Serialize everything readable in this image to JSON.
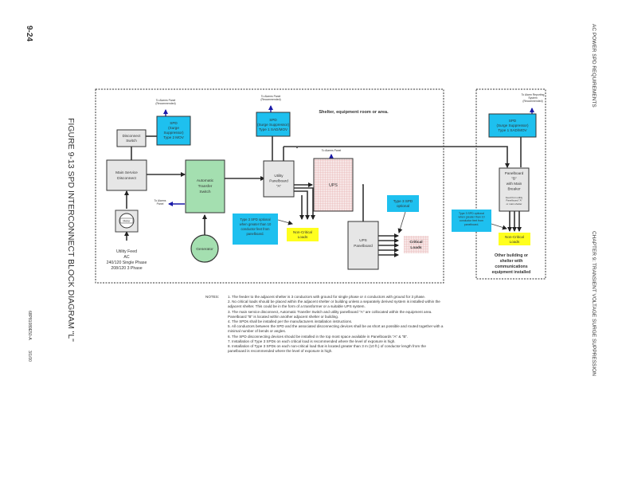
{
  "page": {
    "page_number": "9-24",
    "figure_title": "FIGURE 9-13  SPD INTERCONNECT BLOCK DIAGRAM \"L\"",
    "doc_id": "68P81089E50-A",
    "date": "3/1/00",
    "header_right_top": "AC POWER SPD REQUIREMENTS",
    "header_right_bottom": "CHAPTER 9: TRANSIENT VOLTAGE SURGE SUPPRESSION"
  },
  "diagram": {
    "shelter_label": "Shelter, equipment room or area.",
    "other_building_label": [
      "Other building or",
      "shelter with",
      "communications",
      "equipment installed"
    ],
    "nodes": {
      "disconnect_switch": [
        "Disconnect",
        "Switch"
      ],
      "spd_type2": [
        "SPD",
        "(Surge",
        "Suppressor)",
        "Type 2 MOV"
      ],
      "main_service_disconnect": [
        "Main Service",
        "Disconnect"
      ],
      "meter": "Meter",
      "utility_feed": [
        "Utility Feed",
        "AC",
        "240/120 Single Phase",
        "208/120  3 Phase"
      ],
      "ats": [
        "Automatic",
        "Transfer",
        "Switch"
      ],
      "generator": "Generator",
      "spd_type1_a": [
        "SPD",
        "(Surge Suppressor)",
        "Type 1 SAD/MOV"
      ],
      "panelboard_a": [
        "Utility",
        "Panelboard",
        "\"A\""
      ],
      "ups": "UPS",
      "ups_panelboard": [
        "UPS",
        "Panelboard"
      ],
      "critical_loads": [
        "Critical",
        "Loads"
      ],
      "noncritical_loads_a": [
        "Non-Critical",
        "Loads"
      ],
      "type3_note_a": [
        "Type 3 SPD optional",
        "when greater than 10",
        "conductor feet from",
        "panelboard."
      ],
      "type3_optional": [
        "Type 3 SPD",
        "optional"
      ],
      "spd_type1_b": [
        "SPD",
        "(Surge Suppressor)",
        "Type 1  SAD/MOV"
      ],
      "panelboard_b": [
        "Panelboard",
        "\"B\"",
        "with Main",
        "Breaker"
      ],
      "panelboard_b_note": [
        "Feed from utility",
        "Panelboard \"A\"",
        "or main shelter"
      ],
      "noncritical_loads_b": [
        "Non-Critical",
        "Loads"
      ],
      "type3_note_b": [
        "Type 3 SPD optional",
        "when greater than 10",
        "conductor feet from",
        "panelboard."
      ]
    },
    "alarm_labels": {
      "spd_type2": [
        "To Alarms Panel",
        "(Recommended)"
      ],
      "spd_type1_a": [
        "To Alarms Panel",
        "(Recommended)"
      ],
      "ats": [
        "To Alarms",
        "Panel"
      ],
      "ups": [
        "To Alarms Panel"
      ],
      "spd_type1_b": [
        "To Alarm Reporting",
        "System",
        "(Recommended)"
      ]
    },
    "colors": {
      "spd": "#1ec0ef",
      "ats": "#a4dfb0",
      "generator": "#a4dfb0",
      "gray_box": "#e6e6e6",
      "noncritical": "#ffff1e",
      "ups_hatch": "#f3d9d9",
      "alarm_arrow": "#1a1aa8"
    }
  },
  "notes": {
    "label": "NOTES:",
    "items": [
      "1.  The feeder to the adjacent shelter is 3 conductors with ground for single phase or 4 conductors with ground for 3 phase.",
      "2.  No critical loads should be placed within the adjacent shelter or building unless a separately derived system is installed within the adjacent shelter.  This could be in the form of a transformer or a suitable UPS system.",
      "3.  The main service disconnect, Automatic Transfer Switch and utility panelboard \"A\" are collocated within the equipment area.  Panelboard \"B\" is located within another adjacent shelter or building.",
      "4.  The SPDs shall be installed per the manufacturers installation instructions.",
      "5.  All conductors between the SPD and the associated disconnecting devices shall be as short as possible and routed together with a minimal number of bends or angles.",
      "6.  The SPD disconnecting devices should be installed in the top most space available in Panelboards \"A\" & \"B\".",
      "7.  Installation of Type 3  SPDs on each critical load is recommended where the level of exposure is high.",
      "8.  Installation of Type 3  SPDs on each non-critical load that is located greater than 3 m (10 ft.) of conductor length from the panelboard is recommended where the level of exposure is high."
    ]
  }
}
